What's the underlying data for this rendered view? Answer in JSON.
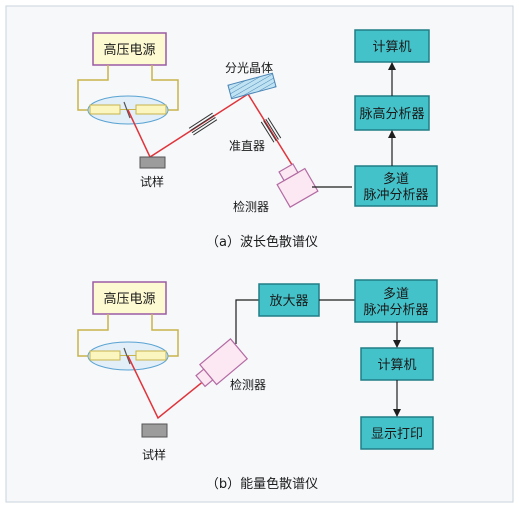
{
  "colors": {
    "background": "#f6f8fa",
    "frame": "#c9d3dc",
    "box_fill": "#44c2c9",
    "box_stroke": "#207d86",
    "hv_fill": "#fdfad2",
    "hv_stroke": "#9c5aa5",
    "beam": "#e0343b",
    "wire": "#1e1e1e",
    "tube_wire": "#c8b44a",
    "tube_glow": "#e2eef8",
    "detector_fill": "#fbe8f2",
    "detector_stroke": "#b46ba4",
    "sample_fill": "#9c9c9c",
    "crystal_fill": "#bfe3f3",
    "crystal_stroke": "#4d86b6"
  },
  "a": {
    "hv_source": "高压电源",
    "crystal": "分光晶体",
    "collimator": "准直器",
    "sample": "试样",
    "detector": "检测器",
    "computer": "计算机",
    "pulse_height_analyzer": "脉高分析器",
    "mca_line1": "多道",
    "mca_line2": "脉冲分析器",
    "caption": "（a）波长色散谱仪"
  },
  "b": {
    "hv_source": "高压电源",
    "amplifier": "放大器",
    "mca_line1": "多道",
    "mca_line2": "脉冲分析器",
    "computer": "计算机",
    "display_print": "显示打印",
    "sample": "试样",
    "detector": "检测器",
    "caption": "（b）能量色散谱仪"
  }
}
